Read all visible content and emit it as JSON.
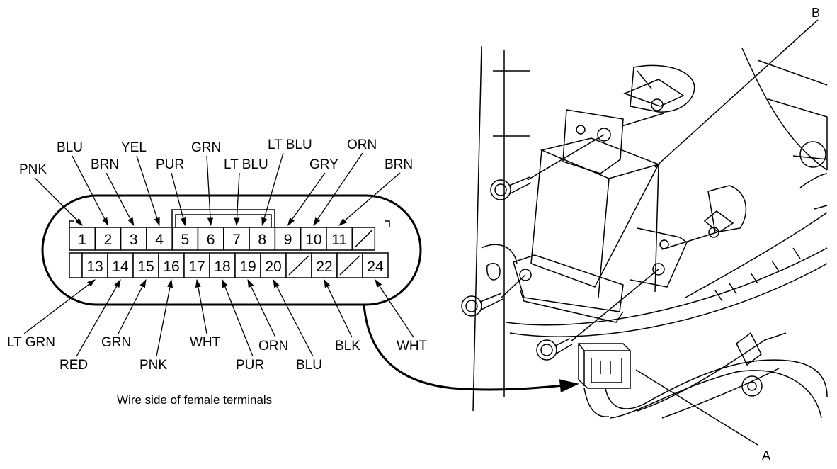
{
  "connector": {
    "caption": "Wire side of female terminals",
    "top_row": [
      {
        "pin": "1",
        "wire": "PNK"
      },
      {
        "pin": "2",
        "wire": "BLU"
      },
      {
        "pin": "3",
        "wire": "BRN"
      },
      {
        "pin": "4",
        "wire": "YEL"
      },
      {
        "pin": "5",
        "wire": "PUR"
      },
      {
        "pin": "6",
        "wire": "GRN"
      },
      {
        "pin": "7",
        "wire": "LT BLU"
      },
      {
        "pin": "8",
        "wire": "LT BLU"
      },
      {
        "pin": "9",
        "wire": "GRY"
      },
      {
        "pin": "10",
        "wire": "ORN"
      },
      {
        "pin": "11",
        "wire": "BRN"
      },
      {
        "pin": "",
        "wire": ""
      }
    ],
    "bottom_row": [
      {
        "pin": "",
        "wire": ""
      },
      {
        "pin": "13",
        "wire": "LT GRN"
      },
      {
        "pin": "14",
        "wire": "RED"
      },
      {
        "pin": "15",
        "wire": "GRN"
      },
      {
        "pin": "16",
        "wire": "PNK"
      },
      {
        "pin": "17",
        "wire": "WHT"
      },
      {
        "pin": "18",
        "wire": "PUR"
      },
      {
        "pin": "19",
        "wire": "ORN"
      },
      {
        "pin": "20",
        "wire": "BLU"
      },
      {
        "pin": "",
        "wire": ""
      },
      {
        "pin": "22",
        "wire": "BLK"
      },
      {
        "pin": "",
        "wire": ""
      },
      {
        "pin": "24",
        "wire": "WHT"
      }
    ]
  },
  "callouts": {
    "a": "A",
    "b": "B"
  }
}
